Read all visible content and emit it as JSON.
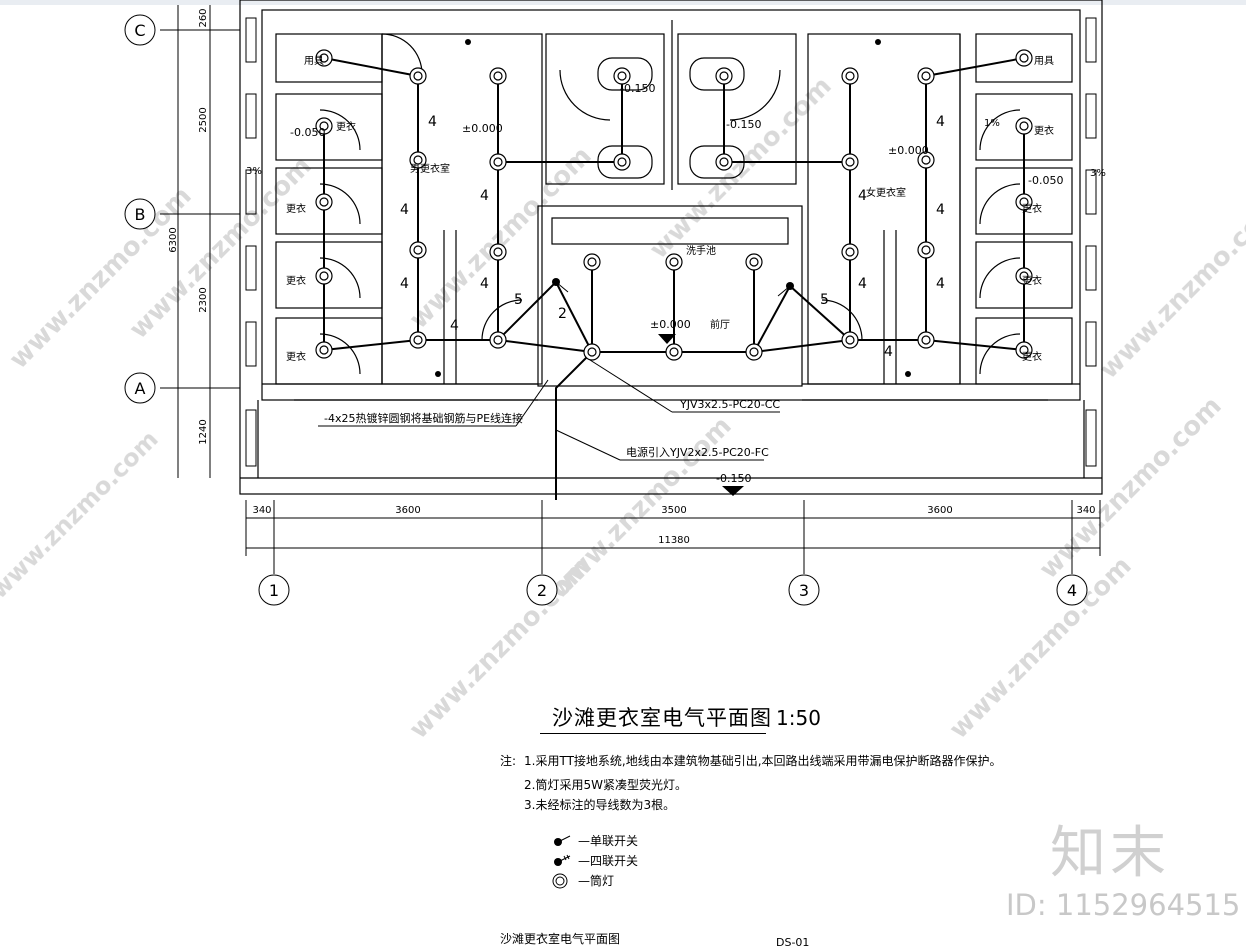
{
  "drawing": {
    "grid_rows": [
      "C",
      "B",
      "A"
    ],
    "grid_cols": [
      "1",
      "2",
      "3",
      "4"
    ],
    "vertical_dims": [
      "260",
      "2500",
      "6300",
      "2300",
      "1240"
    ],
    "horizontal_dims": [
      "340",
      "3600",
      "3500",
      "3600",
      "340"
    ],
    "overall_dim": "11380",
    "rooms": {
      "men_room": "男更衣室",
      "women_room": "女更衣室",
      "lobby": "前厅",
      "sink": "洗手池",
      "utility_left": "用具",
      "utility_right": "用具",
      "changing": "更衣"
    },
    "levels": {
      "main": "±0.000",
      "left_cubicle": "-0.050",
      "right_cubicle": "-0.050",
      "toilet_left": "-0.150",
      "toilet_right": "-0.150",
      "outdoor": "-0.150"
    },
    "slopes": {
      "left": "3%",
      "right": "3%",
      "right_inner": "1%"
    },
    "wire_counts": {
      "four": "4",
      "five": "5",
      "two": "2"
    },
    "callouts": {
      "ground": "-4x25热镀锌圆钢将基础钢筋与PE线连接",
      "branch": "YJV3x2.5-PC20-CC",
      "supply": "电源引入YJV2x2.5-PC20-FC"
    }
  },
  "title": "沙滩更衣室电气平面图",
  "scale": "1:50",
  "notes": {
    "lead": "注:",
    "items": [
      "1.采用TT接地系统,地线由本建筑物基础引出,本回路出线端采用带漏电保护断路器作保护。",
      "2.筒灯采用5W紧凑型荧光灯。",
      "3.未经标注的导线数为3根。"
    ]
  },
  "legend": [
    {
      "label": "—单联开关",
      "icon": "single-switch-icon"
    },
    {
      "label": "—四联开关",
      "icon": "quad-switch-icon"
    },
    {
      "label": "—筒灯",
      "icon": "downlight-icon"
    }
  ],
  "watermark": {
    "logo": "知末",
    "id": "ID: 1152964515",
    "url": "www.znzmo.com"
  },
  "footer": {
    "title": "沙滩更衣室电气平面图",
    "code": "DS-01"
  }
}
